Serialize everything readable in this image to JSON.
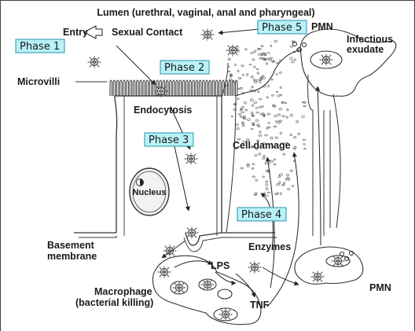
{
  "labels": {
    "lumen": "Lumen (urethral, vaginal, anal and pharyngeal)",
    "entry": "Entry",
    "sexual_contact": "Sexual Contact",
    "pmn_top": "PMN",
    "infectious": "Infectious",
    "exudate": "exudate",
    "microvilli": "Microvilli",
    "endocytosis": "Endocytosis",
    "cell_damage": "Cell damage",
    "nucleus": "Nucleus",
    "basement": "Basement",
    "membrane": "membrane",
    "enzymes": "Enzymes",
    "lps": "LPS",
    "macrophage": "Macrophage",
    "bacterial_killing": "(bacterial killing)",
    "tnf": "TNF",
    "pmn_bottom": "PMN"
  },
  "phases": [
    "Phase 1",
    "Phase 2",
    "Phase 3",
    "Phase 4",
    "Phase 5"
  ],
  "colors": {
    "phase_fill": "#b8f2f7",
    "phase_border": "#2a8fb0",
    "line": "#333333"
  }
}
